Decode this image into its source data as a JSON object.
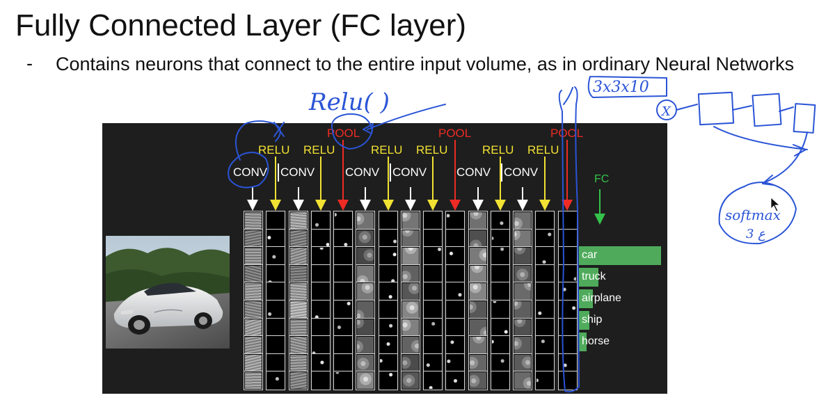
{
  "slide": {
    "title": "Fully Connected Layer (FC layer)",
    "bullet_dash": "-",
    "bullet_text": "Contains neurons that connect to the entire input volume, as in ordinary Neural Networks"
  },
  "diagram": {
    "conv_labels": [
      "CONV",
      "CONV",
      "CONV",
      "CONV",
      "CONV",
      "CONV"
    ],
    "relu_labels": [
      "RELU",
      "RELU",
      "RELU",
      "RELU",
      "RELU",
      "RELU"
    ],
    "pool_labels": [
      "POOL",
      "POOL",
      "POOL"
    ],
    "fc_label": "FC",
    "classes": [
      {
        "name": "car",
        "score": 1.0
      },
      {
        "name": "truck",
        "score": 0.24
      },
      {
        "name": "airplane",
        "score": 0.17
      },
      {
        "name": "ship",
        "score": 0.13
      },
      {
        "name": "horse",
        "score": 0.09
      }
    ]
  },
  "annotations": {
    "relu_note": "Relu(  )",
    "dims_note": "3x3x10",
    "times_note": "X",
    "softmax_note": "softmax",
    "softmax_sub": "ع 3"
  },
  "colors": {
    "conv_arrow": "#ffffff",
    "relu_arrow": "#f2e233",
    "pool_arrow": "#ee2b24",
    "fc_arrow": "#34c24a",
    "class_bar": "#4fab5b",
    "ink": "#2a54d6"
  }
}
